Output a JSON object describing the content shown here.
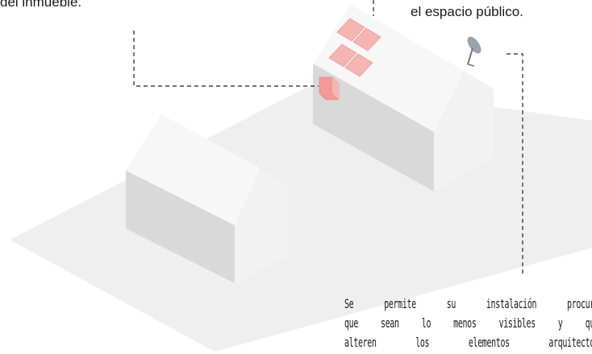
{
  "captions": {
    "top_left": "del inmueble.",
    "top_right": "el espacio público.",
    "bottom_lines": [
      "Se permite su instalación procur",
      "que sean lo menos visibles y qu",
      "alteren los elementos arquitectó"
    ]
  },
  "colors": {
    "ground": "#efefef",
    "roof": "#f7f7f7",
    "wall_front": "#d9d9d9",
    "wall_gable": "#f2f2f2",
    "solar_panel": "#f6b5b2",
    "solar_panel_border": "#e58c88",
    "meter_box": "#f19a97",
    "antenna": "#9aa3ab",
    "leader_line": "#222222"
  },
  "icons": [
    "solar-panel-icon",
    "meter-box-icon",
    "satellite-dish-icon"
  ]
}
